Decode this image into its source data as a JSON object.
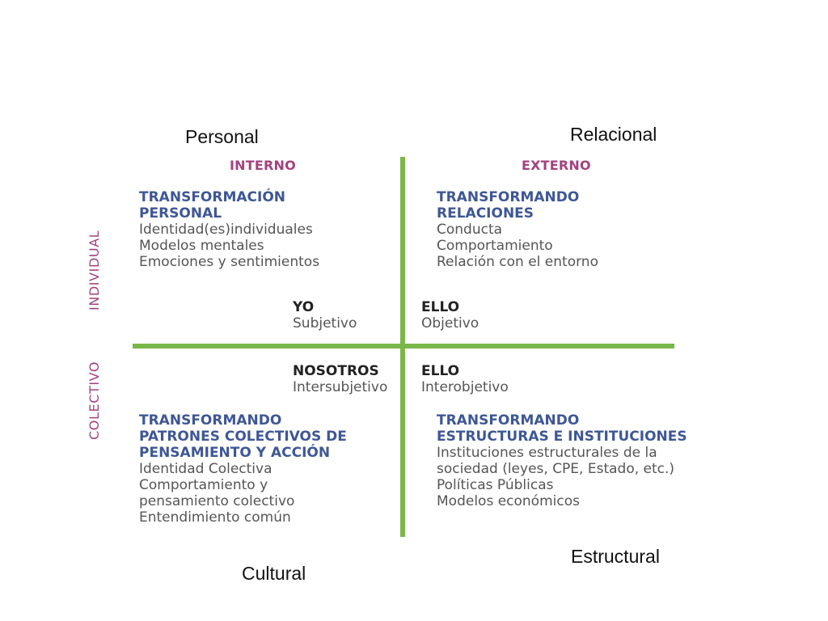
{
  "corners": {
    "top_left": "Personal",
    "top_right": "Relacional",
    "bottom_left": "Cultural",
    "bottom_right": "Estructural"
  },
  "headers": {
    "left": "INTERNO",
    "right": "EXTERNO"
  },
  "side_labels": {
    "top": "INDIVIDUAL",
    "bottom": "COLECTIVO"
  },
  "quadrants": {
    "top_left": {
      "title_lines": [
        "TRANSFORMACIÓN",
        "PERSONAL"
      ],
      "items": [
        "Identidad(es)individuales",
        "Modelos mentales",
        "Emociones y sentimientos"
      ]
    },
    "top_right": {
      "title_lines": [
        "TRANSFORMANDO",
        "RELACIONES"
      ],
      "items": [
        "Conducta",
        "Comportamiento",
        "Relación con el entorno"
      ]
    },
    "bottom_left": {
      "title_lines": [
        "TRANSFORMANDO",
        "PATRONES COLECTIVOS DE",
        "PENSAMIENTO Y ACCIÓN"
      ],
      "items": [
        "Identidad Colectiva",
        "Comportamiento y",
        "pensamiento colectivo",
        "Entendimiento común"
      ]
    },
    "bottom_right": {
      "title_lines": [
        "TRANSFORMANDO",
        "ESTRUCTURAS E INSTITUCIONES"
      ],
      "items": [
        "Instituciones estructurales de la",
        "sociedad (leyes, CPE, Estado, etc.)",
        "Políticas Públicas",
        "Modelos económicos"
      ]
    }
  },
  "center_labels": {
    "top_left": {
      "name": "YO",
      "sub": "Subjetivo"
    },
    "top_right": {
      "name": "ELLO",
      "sub": "Objetivo"
    },
    "bottom_left": {
      "name": "NOSOTROS",
      "sub": "Intersubjetivo"
    },
    "bottom_right": {
      "name": "ELLO",
      "sub": "Interobjetivo"
    }
  },
  "colors": {
    "axis": "#7ab648",
    "header": "#a2427f",
    "title": "#3e5795",
    "body": "#555555"
  }
}
